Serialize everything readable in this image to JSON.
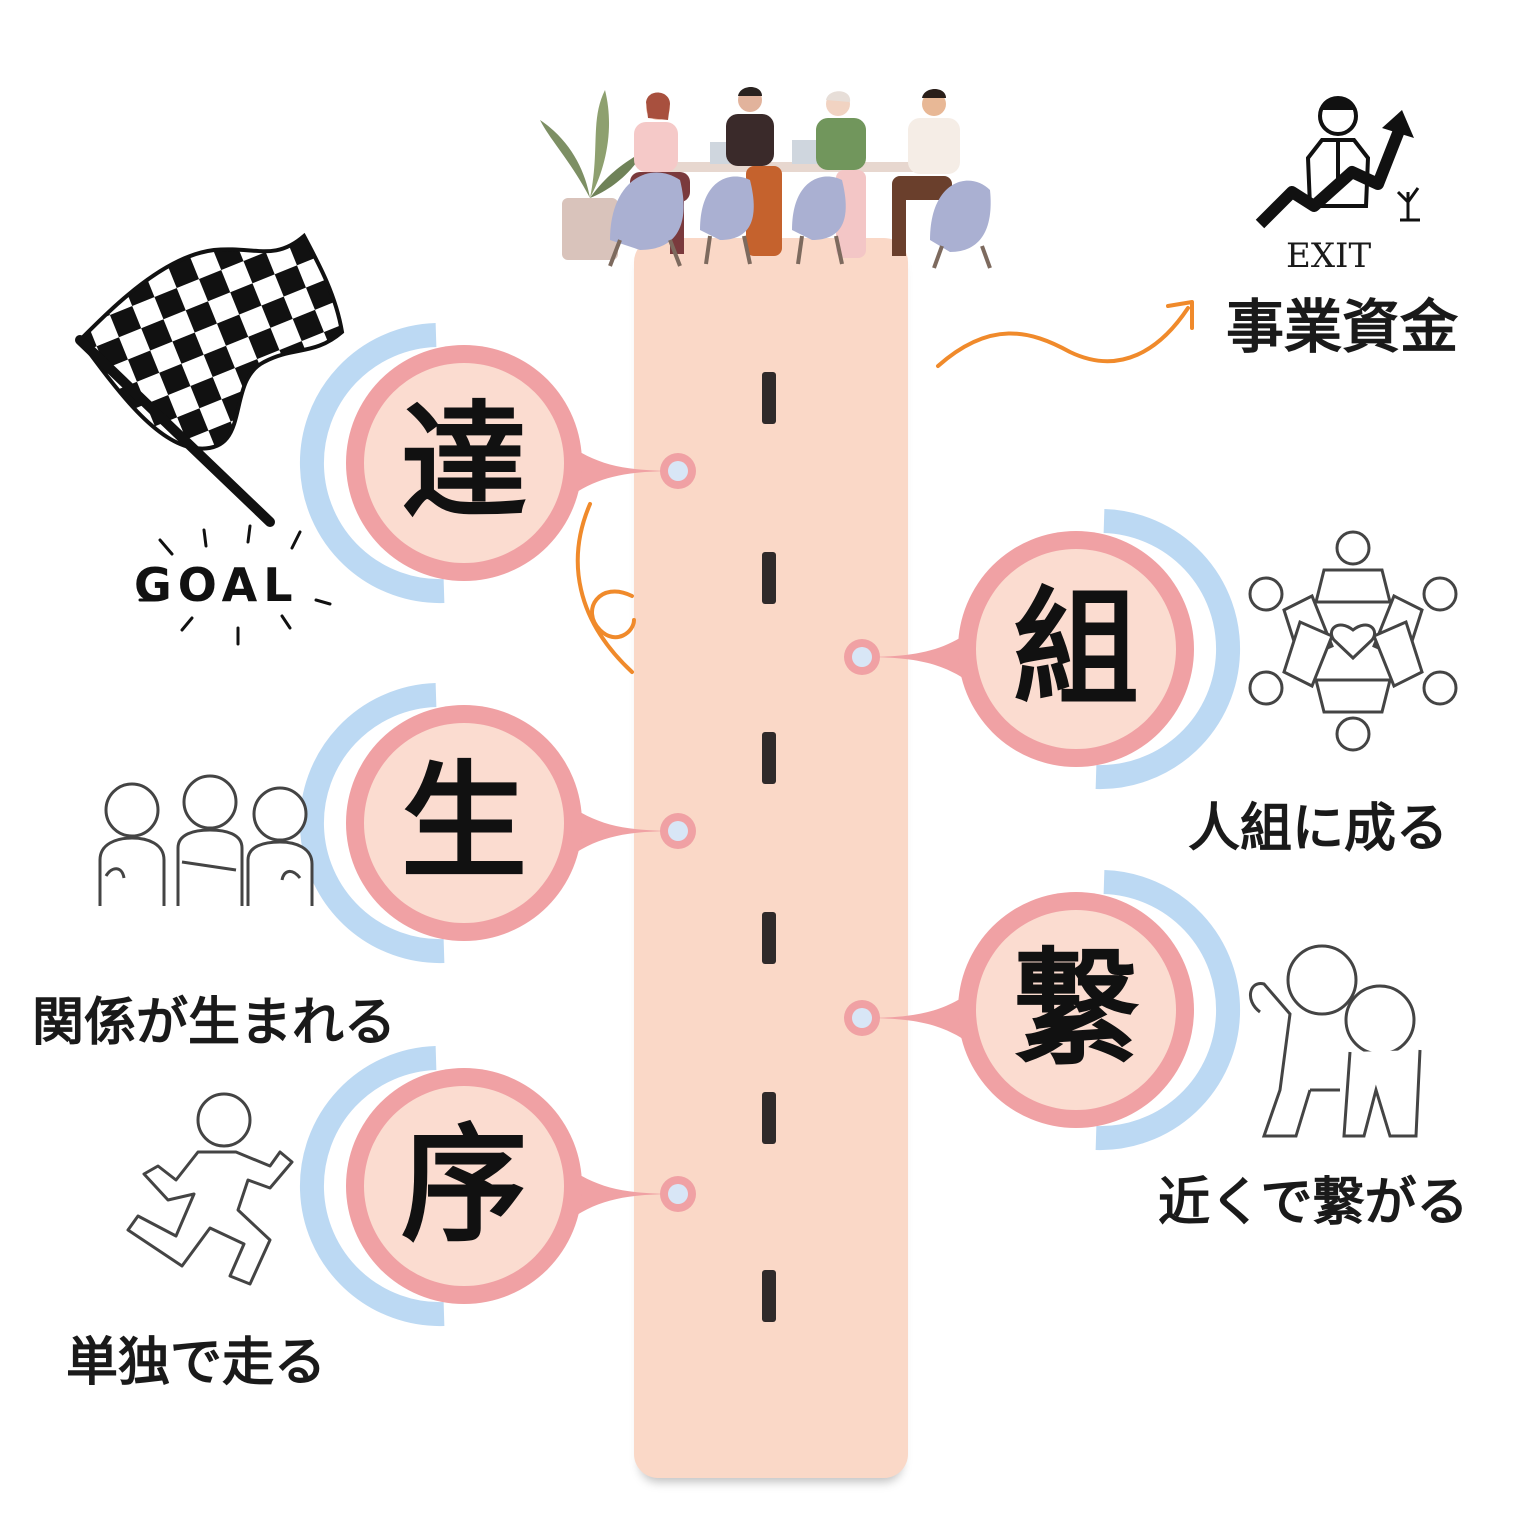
{
  "stages": [
    {
      "kanji": "達",
      "label": ""
    },
    {
      "kanji": "組",
      "label": "人組に成る"
    },
    {
      "kanji": "生",
      "label": "関係が生まれる"
    },
    {
      "kanji": "繋",
      "label": "近くで繋がる"
    },
    {
      "kanji": "序",
      "label": "単独で走る"
    }
  ],
  "goal": {
    "text": "GOAL"
  },
  "exit": {
    "title": "EXIT",
    "subtitle": "事業資金"
  },
  "icons": {
    "goal_flag": "checkered-flag-icon",
    "meeting": "team-meeting-illustration",
    "exit": "business-growth-icon",
    "team_circle": "team-circle-heart-icon",
    "group": "group-people-icon",
    "pair": "two-people-icon",
    "runner": "running-person-icon"
  },
  "colors": {
    "road": "#fad8c7",
    "ring": "#f0a1a4",
    "disc": "#fbdcd0",
    "shadow": "#bcd9f3",
    "arrow": "#f08a2b",
    "dash": "#2f2a2a"
  }
}
